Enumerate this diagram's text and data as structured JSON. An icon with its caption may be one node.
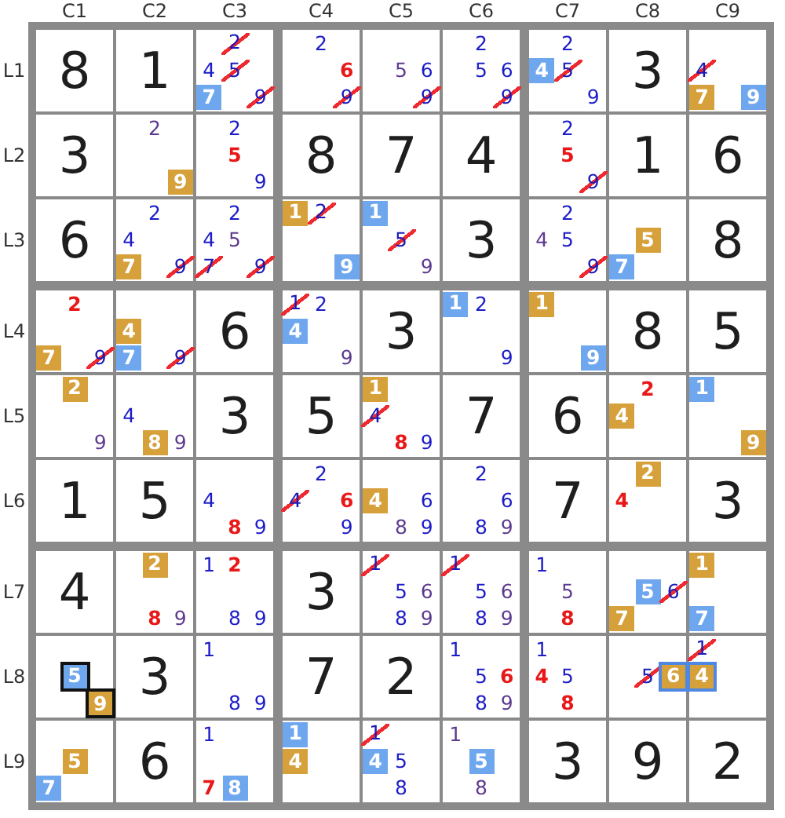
{
  "diagram": {
    "nodes": [
      {
        "text": [
          "8"
        ]
      },
      {
        "text": [
          "1"
        ]
      },
      {
        "text": [
          "2",
          "4",
          "5",
          "7",
          "9"
        ]
      },
      {
        "text": [
          "2",
          "6",
          "9"
        ]
      },
      {
        "text": [
          "5",
          "6",
          "9"
        ]
      },
      {
        "text": [
          "2",
          "5",
          "6",
          "9"
        ]
      },
      {
        "text": [
          "2",
          "4",
          "5",
          "9"
        ]
      },
      {
        "text": [
          "3"
        ]
      },
      {
        "text": [
          "4",
          "7",
          "9"
        ]
      },
      {
        "text": [
          "3"
        ]
      },
      {
        "text": [
          "2",
          "9"
        ]
      },
      {
        "text": [
          "2",
          "5",
          "9"
        ]
      },
      {
        "text": [
          "8"
        ]
      },
      {
        "text": [
          "7"
        ]
      },
      {
        "text": [
          "4"
        ]
      },
      {
        "text": [
          "2",
          "5",
          "9"
        ]
      },
      {
        "text": [
          "1"
        ]
      },
      {
        "text": [
          "6"
        ]
      },
      {
        "text": [
          "6"
        ]
      },
      {
        "text": [
          "2",
          "4",
          "7",
          "9"
        ]
      },
      {
        "text": [
          "2",
          "4",
          "5",
          "7",
          "9"
        ]
      },
      {
        "text": [
          "1",
          "2",
          "9"
        ]
      },
      {
        "text": [
          "1",
          "5",
          "9"
        ]
      },
      {
        "text": [
          "3"
        ]
      },
      {
        "text": [
          "2",
          "4",
          "5",
          "9"
        ]
      },
      {
        "text": [
          "5",
          "7"
        ]
      },
      {
        "text": [
          "8"
        ]
      },
      {
        "text": [
          "2",
          "7",
          "9"
        ]
      },
      {
        "text": [
          "4",
          "7",
          "9"
        ]
      },
      {
        "text": [
          "6"
        ]
      },
      {
        "text": [
          "1",
          "2",
          "4",
          "9"
        ]
      },
      {
        "text": [
          "3"
        ]
      },
      {
        "text": [
          "1",
          "2",
          "9"
        ]
      },
      {
        "text": [
          "1",
          "9"
        ]
      },
      {
        "text": [
          "8"
        ]
      },
      {
        "text": [
          "5"
        ]
      },
      {
        "text": [
          "2",
          "9"
        ]
      },
      {
        "text": [
          "4",
          "8",
          "9"
        ]
      },
      {
        "text": [
          "3"
        ]
      },
      {
        "text": [
          "5"
        ]
      },
      {
        "text": [
          "1",
          "4",
          "8",
          "9"
        ]
      },
      {
        "text": [
          "7"
        ]
      },
      {
        "text": [
          "6"
        ]
      },
      {
        "text": [
          "2",
          "4"
        ]
      },
      {
        "text": [
          "1",
          "9"
        ]
      },
      {
        "text": [
          "1"
        ]
      },
      {
        "text": [
          "5"
        ]
      },
      {
        "text": [
          "4",
          "8",
          "9"
        ]
      },
      {
        "text": [
          "2",
          "4",
          "6",
          "9"
        ]
      },
      {
        "text": [
          "4",
          "6",
          "8",
          "9"
        ]
      },
      {
        "text": [
          "2",
          "6",
          "8",
          "9"
        ]
      },
      {
        "text": [
          "7"
        ]
      },
      {
        "text": [
          "2",
          "4"
        ]
      },
      {
        "text": [
          "3"
        ]
      },
      {
        "text": [
          "4"
        ]
      },
      {
        "text": [
          "2",
          "8",
          "9"
        ]
      },
      {
        "text": [
          "1",
          "2",
          "8",
          "9"
        ]
      },
      {
        "text": [
          "3"
        ]
      },
      {
        "text": [
          "1",
          "5",
          "6",
          "8",
          "9"
        ]
      },
      {
        "text": [
          "1",
          "5",
          "6",
          "8",
          "9"
        ]
      },
      {
        "text": [
          "1",
          "5",
          "8"
        ]
      },
      {
        "text": [
          "5",
          "6",
          "7"
        ]
      },
      {
        "text": [
          "1",
          "7"
        ]
      },
      {
        "text": [
          "5",
          "9"
        ]
      },
      {
        "text": [
          "3"
        ]
      },
      {
        "text": [
          "1",
          "8",
          "9"
        ]
      },
      {
        "text": [
          "7"
        ]
      },
      {
        "text": [
          "2"
        ]
      },
      {
        "text": [
          "1",
          "5",
          "6",
          "8",
          "9"
        ]
      },
      {
        "text": [
          "1",
          "4",
          "5",
          "8"
        ]
      },
      {
        "text": [
          "5",
          "6"
        ]
      },
      {
        "text": [
          "1",
          "4"
        ]
      },
      {
        "text": [
          "5",
          "7"
        ]
      },
      {
        "text": [
          "6"
        ]
      },
      {
        "text": [
          "1",
          "7",
          "8"
        ]
      },
      {
        "text": [
          "1",
          "4"
        ]
      },
      {
        "text": [
          "1",
          "4",
          "5",
          "8"
        ]
      },
      {
        "text": [
          "1",
          "5",
          "8"
        ]
      },
      {
        "text": [
          "3"
        ]
      },
      {
        "text": [
          "9"
        ]
      },
      {
        "text": [
          "2"
        ]
      }
    ],
    "labels": [
      "C1",
      "C2",
      "C3",
      "C4",
      "C5",
      "C6",
      "C7",
      "C8",
      "C9",
      "L1",
      "L2",
      "L3",
      "L4",
      "L5",
      "L6",
      "L7",
      "L8",
      "L9"
    ]
  }
}
